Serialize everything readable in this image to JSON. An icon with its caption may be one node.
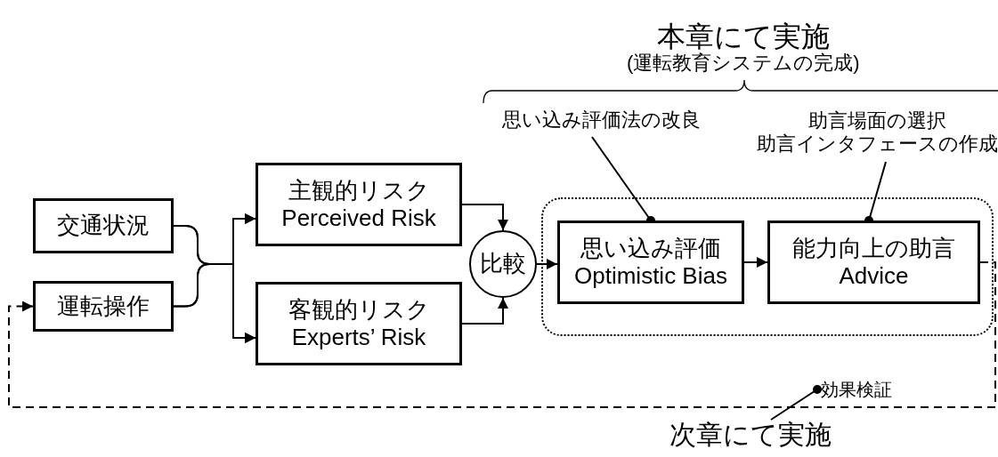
{
  "diagram": {
    "nodes": [
      {
        "text": [
          "交通状況"
        ]
      },
      {
        "text": [
          "運転操作"
        ]
      },
      {
        "text": [
          "主観的リスク",
          "Perceived Risk"
        ]
      },
      {
        "text": [
          "客観的リスク",
          "Experts’ Risk"
        ]
      },
      {
        "text": [
          "比較"
        ]
      },
      {
        "text": [],
        "shape": "box"
      },
      {
        "text": [
          "思い込み評価",
          "Optimistic Bias"
        ],
        "in": 5
      },
      {
        "text": [
          "能力向上の助言",
          "Advice"
        ],
        "in": 5
      },
      {
        "text": [
          "思い込み評価法の改良"
        ]
      },
      {
        "text": [
          "助言場面の選択",
          "助言インタフェースの作成"
        ]
      },
      {
        "text": [
          "次章にて実施"
        ]
      },
      {
        "text": [
          "効果検証"
        ]
      }
    ],
    "edges": [
      {
        "from": 0,
        "to": 2,
        "arrow": "to"
      },
      {
        "from": 0,
        "to": 3,
        "arrow": "to"
      },
      {
        "from": 1,
        "to": 2,
        "arrow": "to"
      },
      {
        "from": 1,
        "to": 3,
        "arrow": "to"
      },
      {
        "from": 2,
        "to": 4,
        "arrow": "to"
      },
      {
        "from": 3,
        "to": 4,
        "arrow": "to"
      },
      {
        "from": 4,
        "to": 6,
        "arrow": "to"
      },
      {
        "from": 6,
        "to": 7,
        "arrow": "to"
      },
      {
        "from": 7,
        "to": 1,
        "arrow": "to",
        "style": "dashed"
      },
      {
        "from": 8,
        "to": 6,
        "arrow": "other"
      },
      {
        "from": 9,
        "to": 7,
        "arrow": "other"
      },
      {
        "from": 10,
        "to": 11,
        "arrow": "other"
      }
    ],
    "labels": [
      "本章にて実施",
      "(運転教育システムの完成)"
    ]
  }
}
